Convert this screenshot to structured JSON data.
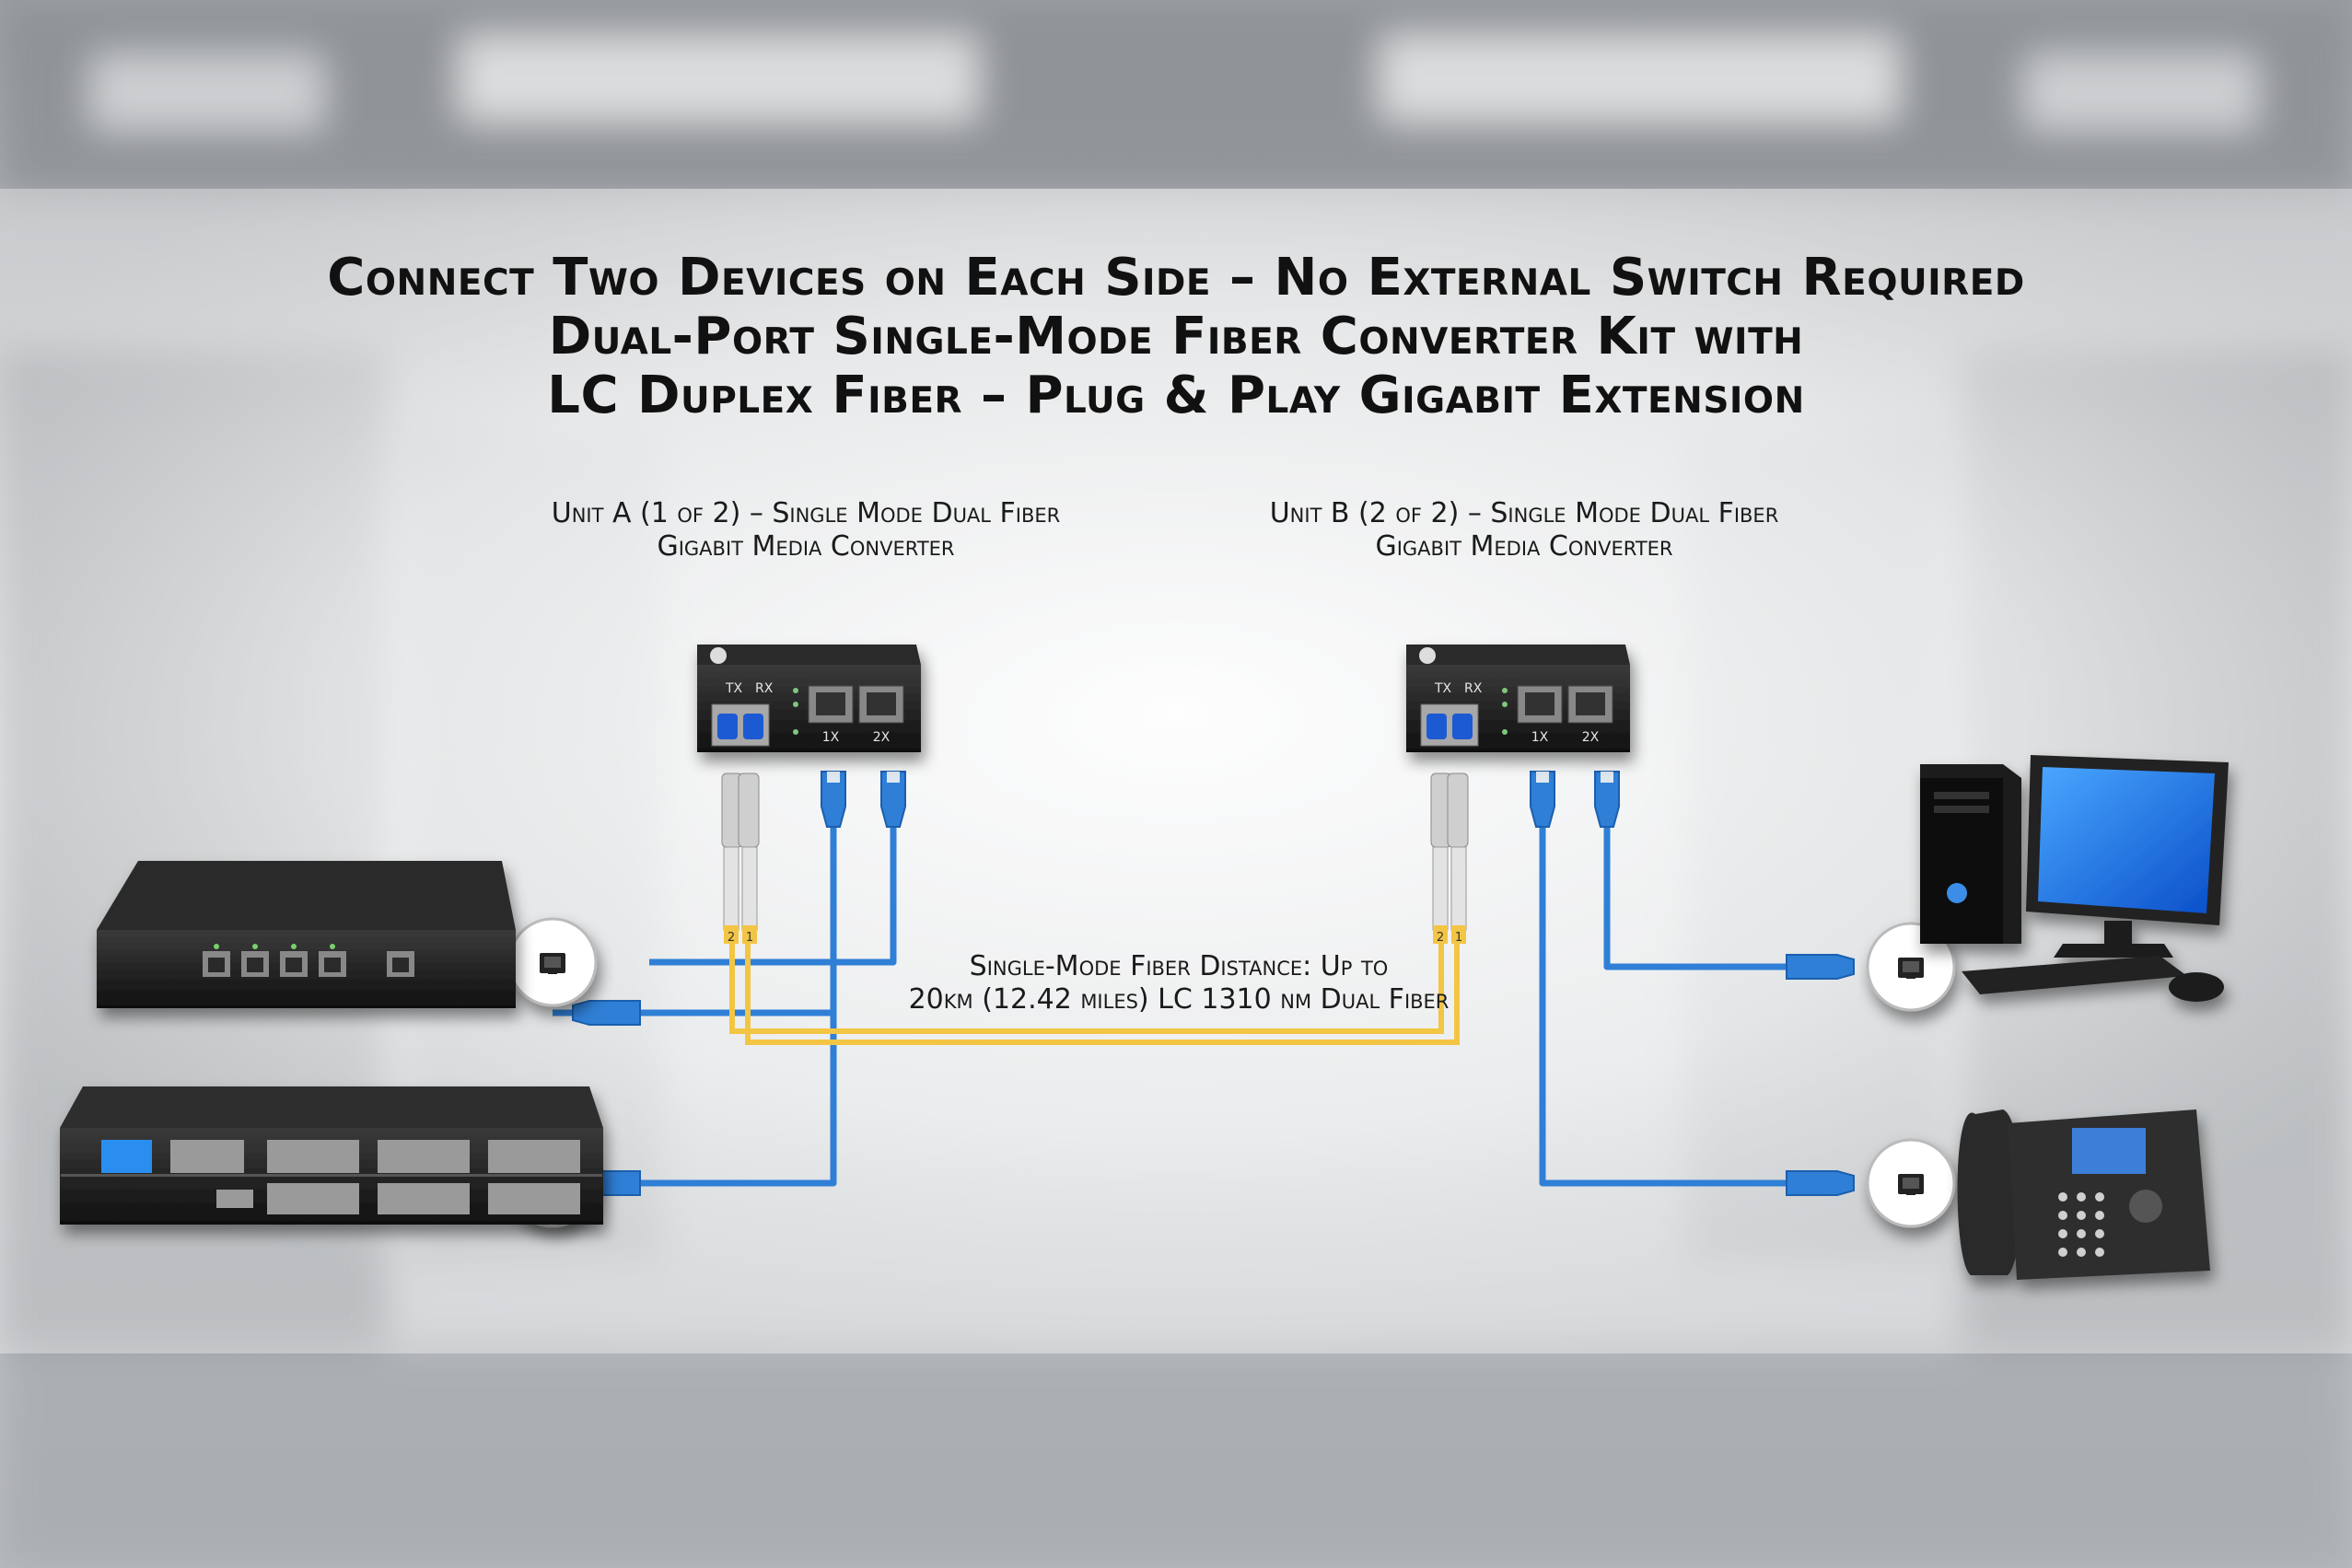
{
  "title": {
    "line1": "Connect Two Devices on Each Side – No External Switch Required",
    "line2": "Dual-Port Single-Mode Fiber Converter Kit with",
    "line3": "LC Duplex Fiber – Plug & Play Gigabit Extension"
  },
  "unit_a": {
    "label_line1": "Unit A (1 of 2) – Single Mode Dual Fiber",
    "label_line2": "Gigabit Media Converter",
    "tx": "TX",
    "rx": "RX",
    "port1": "1X",
    "port2": "2X"
  },
  "unit_b": {
    "label_line1": "Unit B (2 of 2) – Single Mode Dual Fiber",
    "label_line2": "Gigabit Media Converter",
    "tx": "TX",
    "rx": "RX",
    "port1": "1X",
    "port2": "2X"
  },
  "fiber_note": {
    "line1": "Single-Mode Fiber Distance: Up to",
    "line2": "20km (12.42 miles) LC 1310 nm Dual Fiber"
  },
  "fiber_marks": [
    "2",
    "1"
  ],
  "colors": {
    "ethernet_cable": "#2f7fd6",
    "fiber_cable": "#f3c544",
    "device_body": "#1c1c1c",
    "background": "#c9cccf"
  },
  "icons": {
    "port_badge": "ethernet-port-icon",
    "computer": "desktop-computer-icon",
    "phone": "ip-phone-icon",
    "switch": "network-switch-icon",
    "pbx": "rack-server-icon"
  }
}
